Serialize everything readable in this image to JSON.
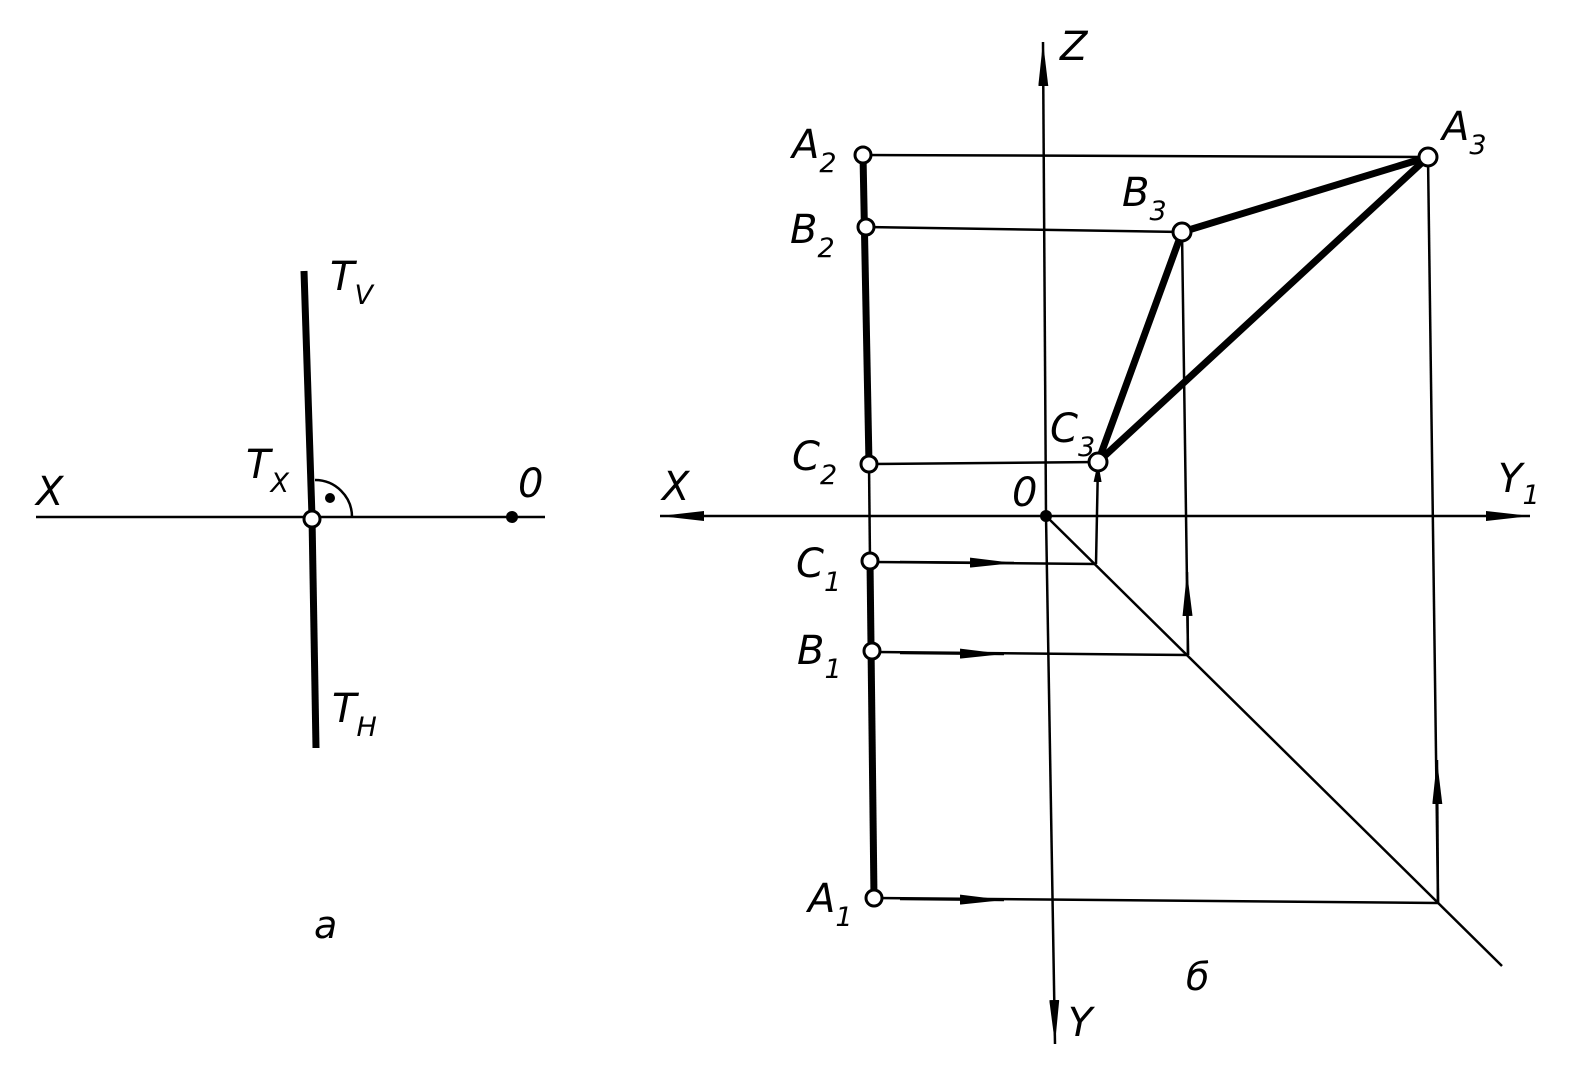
{
  "panel_a": {
    "caption": "а",
    "axis_x_label": "X",
    "origin_label": "0",
    "trace_v": {
      "base": "T",
      "sub": "V"
    },
    "trace_h": {
      "base": "T",
      "sub": "H"
    },
    "trace_x": {
      "base": "T",
      "sub": "X"
    }
  },
  "panel_b": {
    "caption": "б",
    "axis_x_label": "X",
    "axis_y1": {
      "base": "Y",
      "sub": "1"
    },
    "axis_z_label": "Z",
    "axis_y_label": "Y",
    "origin_label": "0",
    "points": {
      "A2": {
        "base": "A",
        "sub": "2"
      },
      "B2": {
        "base": "B",
        "sub": "2"
      },
      "C2": {
        "base": "C",
        "sub": "2"
      },
      "C1": {
        "base": "C",
        "sub": "1"
      },
      "B1": {
        "base": "B",
        "sub": "1"
      },
      "A1": {
        "base": "A",
        "sub": "1"
      },
      "A3": {
        "base": "A",
        "sub": "3"
      },
      "B3": {
        "base": "B",
        "sub": "3"
      },
      "C3": {
        "base": "C",
        "sub": "3"
      }
    }
  }
}
